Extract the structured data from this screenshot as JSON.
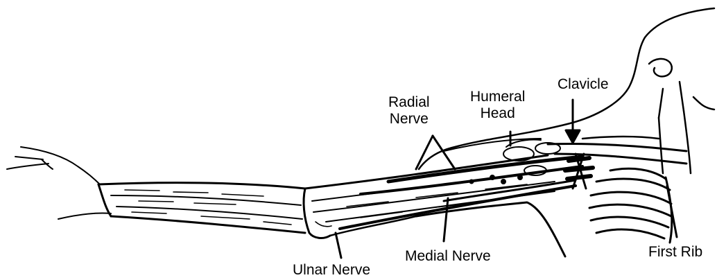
{
  "labels": {
    "radial_nerve_line1": "Radial",
    "radial_nerve_line2": "Nerve",
    "humeral_head_line1": "Humeral",
    "humeral_head_line2": "Head",
    "clavicle": "Clavicle",
    "medial_nerve": "Medial Nerve",
    "ulnar_nerve": "Ulnar Nerve",
    "first_rib": "First Rib"
  }
}
